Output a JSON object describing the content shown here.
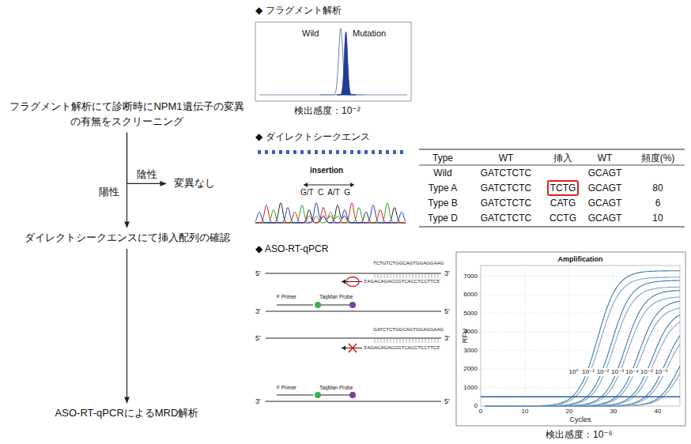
{
  "diagram": {
    "nodes": [
      {
        "text": [
          "フラグメント解析にて診断時にNPM1遺伝子の変異の有無をスクリーニング"
        ]
      },
      {
        "text": [
          "変異なし"
        ]
      },
      {
        "text": [
          "ダイレクトシークエンスにて挿入配列の確認"
        ]
      },
      {
        "text": [
          "ASO-RT-qPCRによるMRD解析"
        ]
      }
    ],
    "edges": [
      {
        "from": 0,
        "to": 1,
        "arrow": "to",
        "label": "陰性"
      },
      {
        "from": 0,
        "to": 2,
        "arrow": "to",
        "label": "陽性"
      },
      {
        "from": 2,
        "to": 3,
        "arrow": "to"
      }
    ],
    "labels": [
      "◆ フラグメント解析",
      "Wild",
      "Mutation",
      "検出感度：10⁻²",
      "◆ ダイレクトシークエンス",
      "insertion",
      "G/T  C  A/T  G",
      "Type",
      "WT",
      "挿入",
      "WT",
      "頻度(%)",
      "Wild",
      "GATCTCTC",
      "GCAGT",
      "Type A",
      "GATCTCTC",
      "TCTG",
      "GCAGT",
      "80",
      "Type B",
      "GATCTCTC",
      "CATG",
      "GCAGT",
      "6",
      "Type D",
      "GATCTCTC",
      "CCTG",
      "GCAGT",
      "10",
      "◆ ASO-RT-qPCR",
      "TCTGTCTGGCAGTGGAGGAAG",
      "3'AGACAGACCGTCACCTCCTTC5'",
      "5'",
      "3'",
      "3'",
      "F Primer",
      "TaqMan Probe",
      "5'",
      "GATCTCTGGCAGTGGAGGAAG",
      "3'AGACAGACCGTCACCTCCTTC5'",
      "5'",
      "3'",
      "3'",
      "F Primer",
      "TaqMan Probe",
      "5'",
      "Amplification",
      "7000",
      "6000",
      "5000",
      "4000",
      "3000",
      "2000",
      "1000",
      "0",
      "RFU",
      "0",
      "10",
      "20",
      "30",
      "40",
      "Cycles",
      "10⁰",
      "10⁻¹",
      "10⁻²",
      "10⁻³",
      "10⁻⁴",
      "10⁻⁵",
      "10⁻⁶",
      "検出感度：10⁻⁶"
    ]
  }
}
